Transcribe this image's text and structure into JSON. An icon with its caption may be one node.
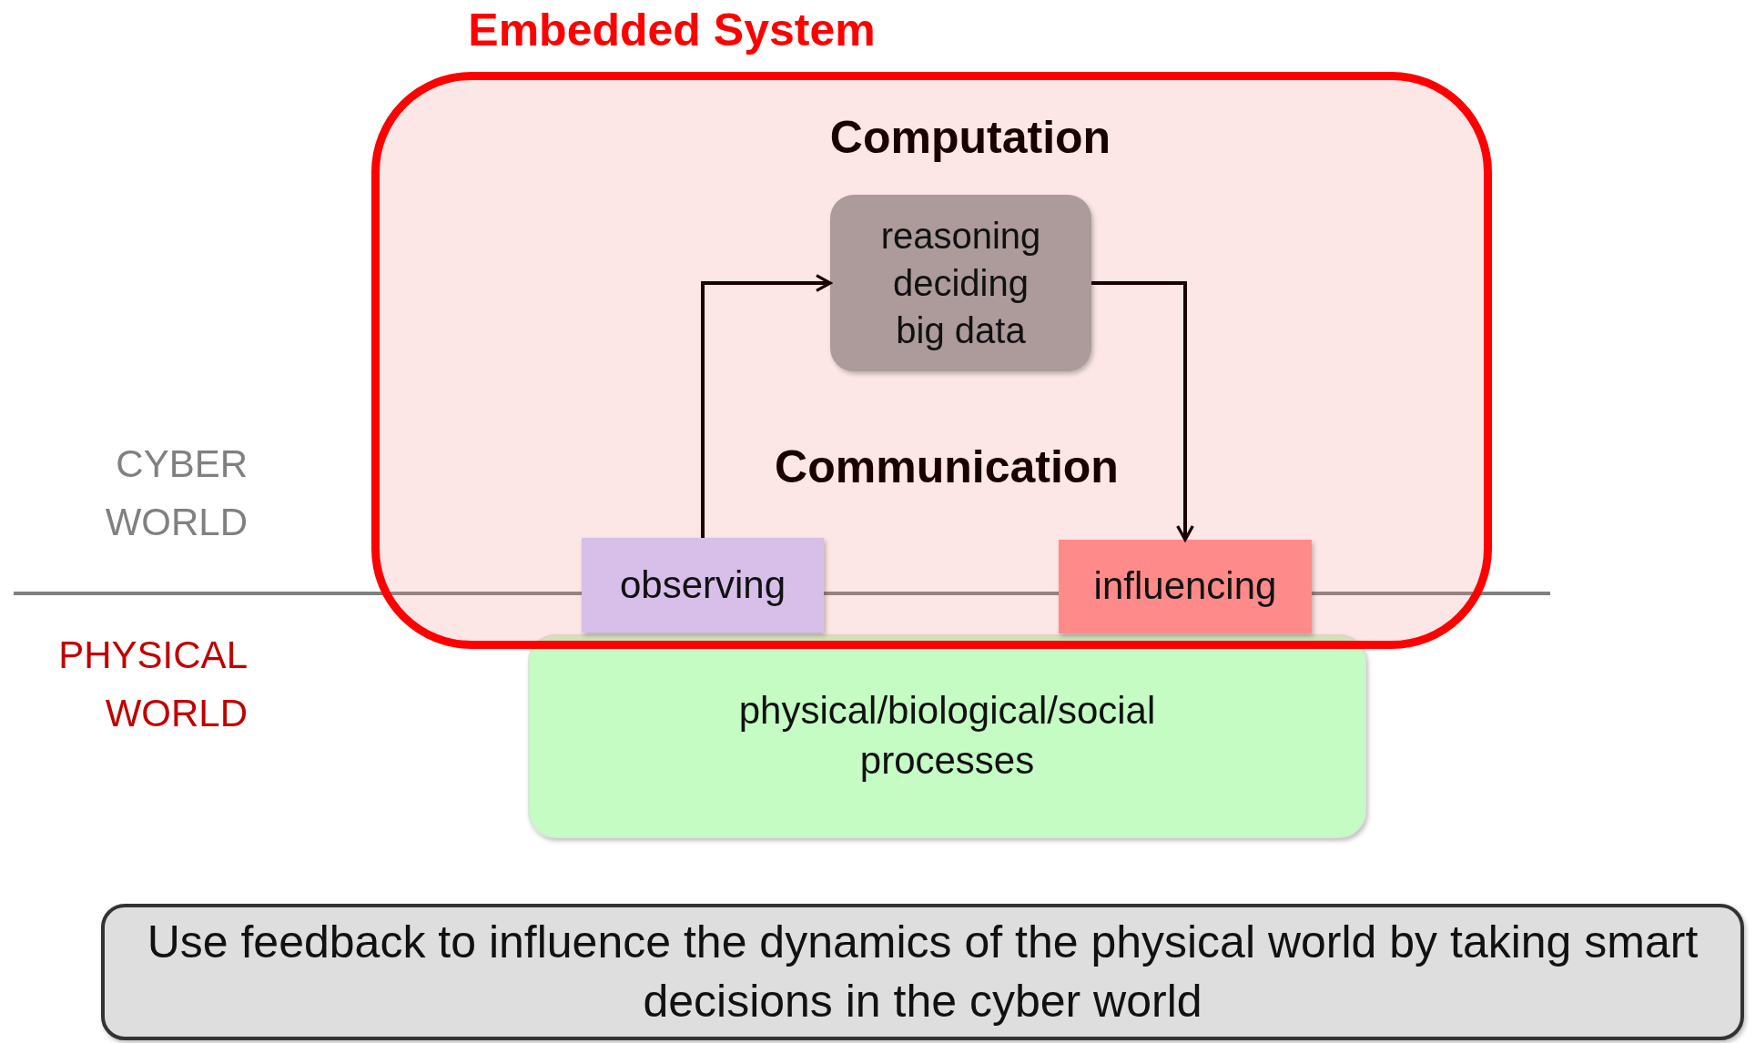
{
  "diagram": {
    "nodes": [
      {
        "text": [
          "Embedded System",
          "Computation",
          "Communication"
        ]
      },
      {
        "text": [
          "reasoning deciding big data"
        ],
        "in": 0
      },
      {
        "text": [
          "observing"
        ],
        "in": 0
      },
      {
        "text": [
          "influencing"
        ],
        "in": 0
      },
      {
        "text": [
          "physical/biological/social processes"
        ]
      },
      {
        "text": [
          "Use feedback to influence the dynamics of the physical world by taking smart decisions in the cyber world"
        ]
      }
    ],
    "edges": [
      {
        "from": 2,
        "to": 1,
        "arrow": "to"
      },
      {
        "from": 1,
        "to": 3,
        "arrow": "to"
      }
    ],
    "labels": [
      "CYBER WORLD",
      "PHYSICAL WORLD"
    ]
  }
}
